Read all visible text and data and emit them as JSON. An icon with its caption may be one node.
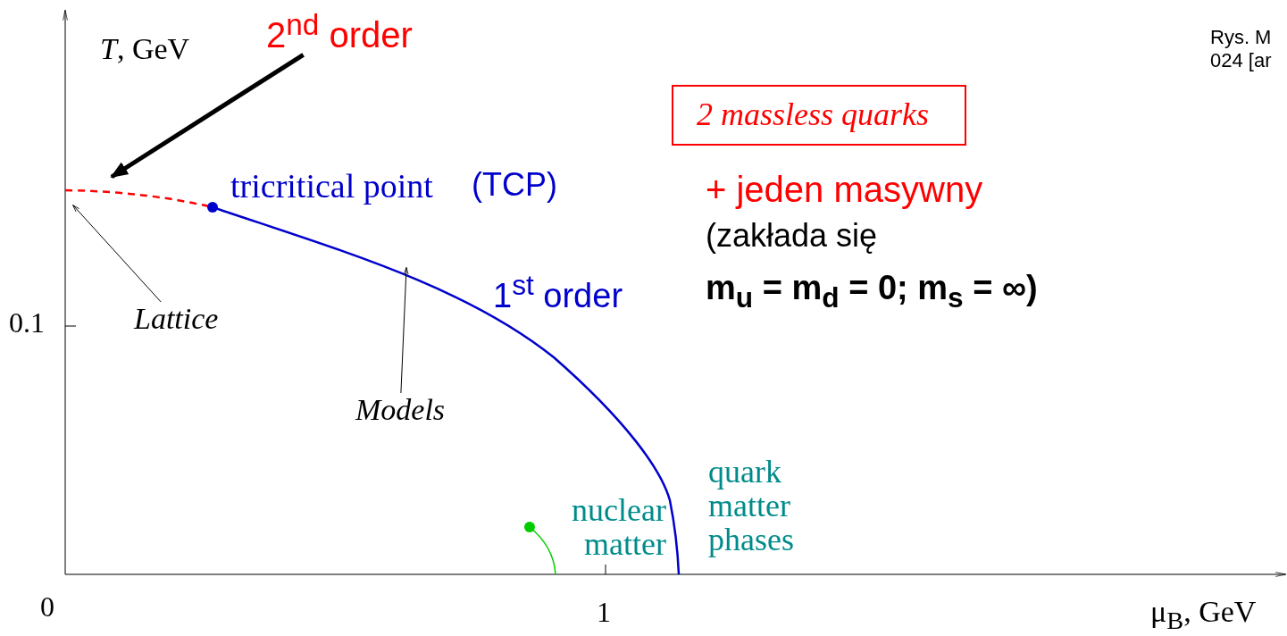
{
  "diagram": {
    "nodes": [
      {
        "text": [
          "2$^{nd}$ order"
        ]
      },
      {
        "text": [
          "Lattice"
        ]
      },
      {
        "text": [
          "Models"
        ]
      },
      {
        "text": [
          "2 massless quarks"
        ]
      }
    ],
    "edges": [
      {
        "from": 0,
        "to": null,
        "arrow": "to",
        "style": "thick"
      },
      {
        "from": 1,
        "to": null,
        "arrow": "to"
      },
      {
        "from": 2,
        "to": null,
        "arrow": "to"
      }
    ],
    "labels": [
      "*T*, GeV",
      "Rys. M",
      "024 [ar",
      "tricritical point",
      "(TCP)",
      "+ jeden masywny",
      "(zakłada się",
      "1$^{st}$ order",
      "m$_{u}$ = m$_{d}$ = 0;  m$_{s}$ = ∞)",
      "0.1",
      "nuclear matter",
      "quark matter phases",
      "0",
      "1",
      "μ$_{B}$, GeV"
    ]
  }
}
